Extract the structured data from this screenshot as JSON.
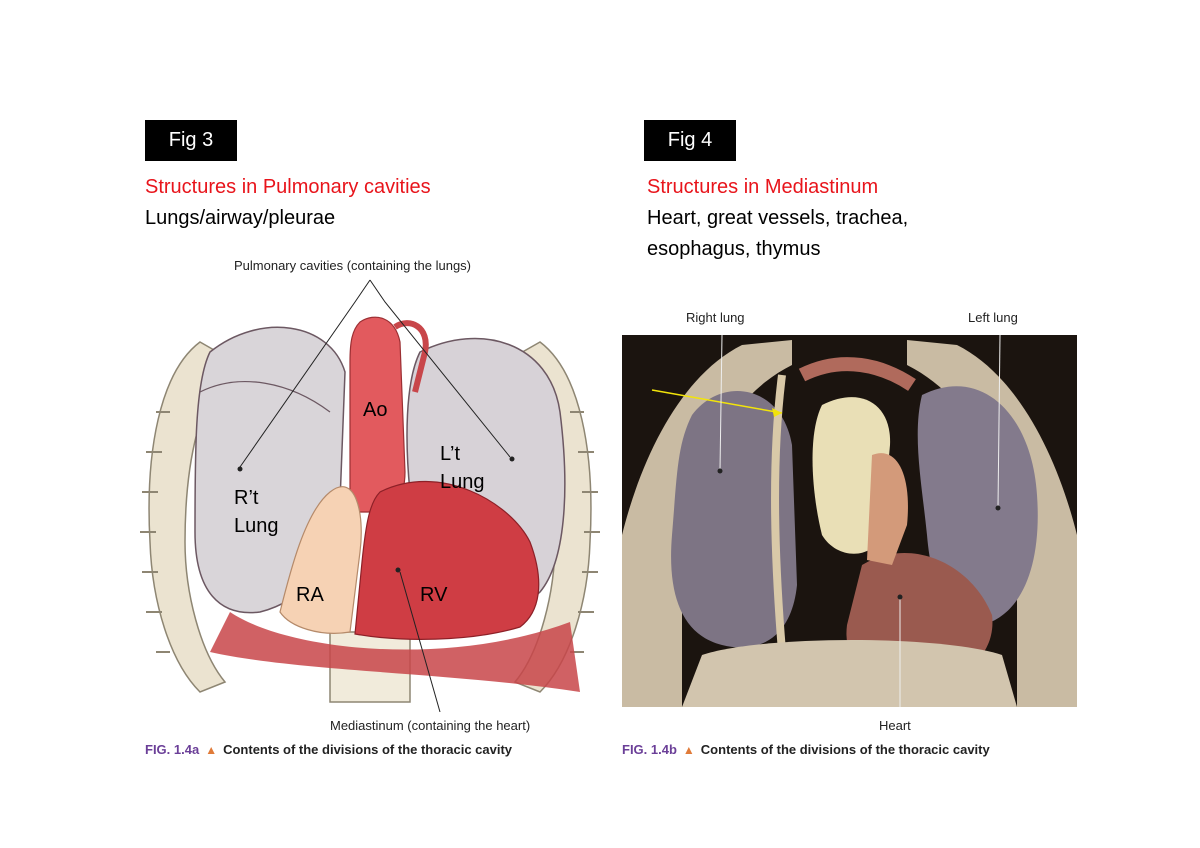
{
  "left": {
    "tag": "Fig 3",
    "heading_red": "Structures in Pulmonary cavities",
    "heading_black": "Lungs/airway/pleurae",
    "top_label": "Pulmonary cavities (containing the lungs)",
    "bottom_label": "Mediastinum (containing the heart)",
    "overlay": {
      "ao": "Ao",
      "lt_lung_1": "L’t",
      "lt_lung_2": "Lung",
      "rt_lung_1": "R’t",
      "rt_lung_2": "Lung",
      "ra": "RA",
      "rv": "RV"
    },
    "caption_num": "FIG. 1.4a",
    "caption_text": "Contents of the divisions of the thoracic cavity"
  },
  "right": {
    "tag": "Fig 4",
    "heading_red": "Structures in Mediastinum",
    "heading_black_1": "Heart, great vessels, trachea,",
    "heading_black_2": "esophagus, thymus",
    "label_right_lung": "Right lung",
    "label_left_lung": "Left lung",
    "label_heart": "Heart",
    "caption_num": "FIG. 1.4b",
    "caption_text": "Contents of the divisions of the thoracic cavity"
  },
  "colors": {
    "red_heading": "#e8141b",
    "fig_number": "#6b3f98",
    "caption_triangle": "#e07b39",
    "arrow": "#f2e40a"
  }
}
